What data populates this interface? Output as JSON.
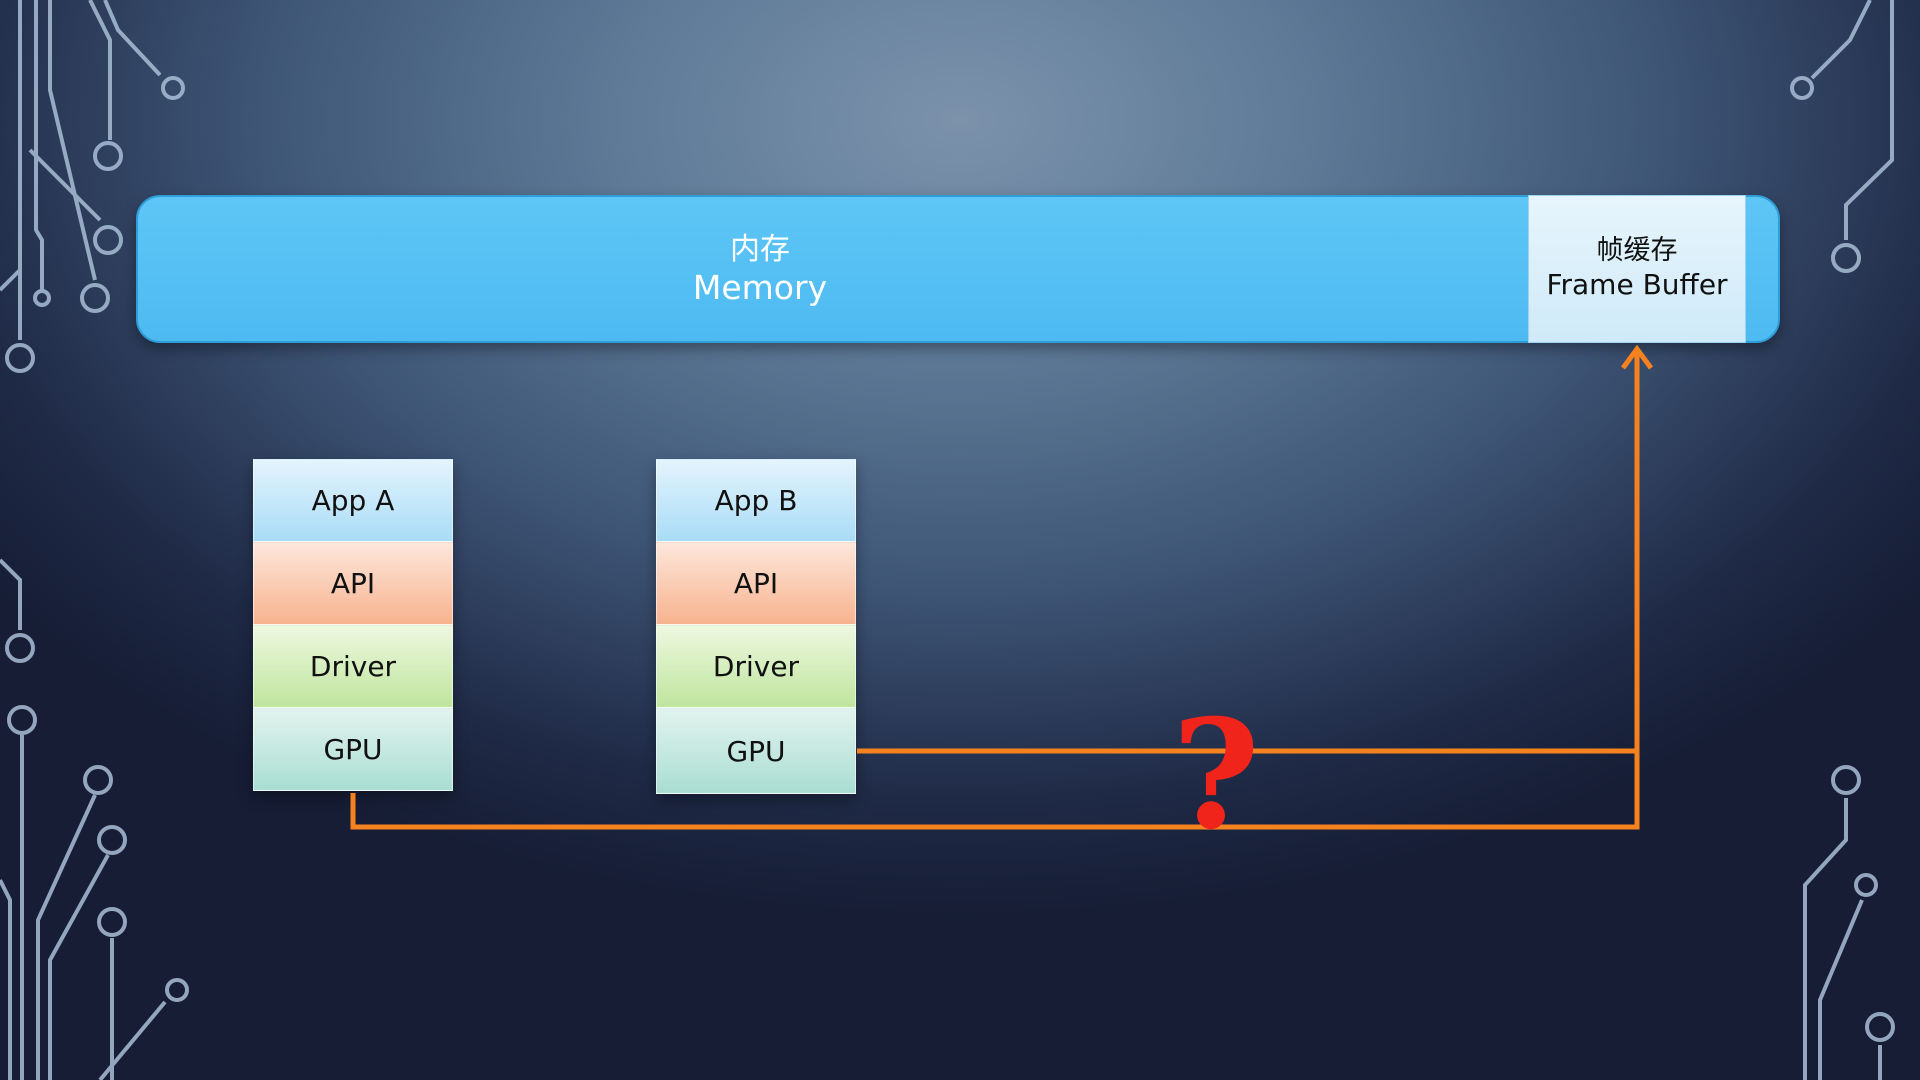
{
  "memory": {
    "label_cn": "内存",
    "label_en": "Memory"
  },
  "frame_buffer": {
    "label_cn": "帧缓存",
    "label_en": "Frame Buffer"
  },
  "stacks": [
    {
      "layers": [
        "App A",
        "API",
        "Driver",
        "GPU"
      ]
    },
    {
      "layers": [
        "App B",
        "API",
        "Driver",
        "GPU"
      ]
    }
  ],
  "question_mark": "?",
  "colors": {
    "memory": "#4dbaf1",
    "arrow": "#f5821f",
    "question": "#f0241a"
  }
}
